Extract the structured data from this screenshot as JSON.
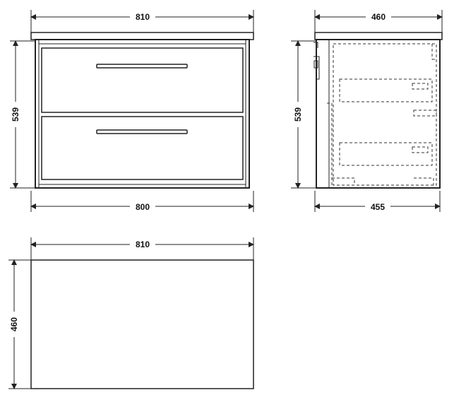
{
  "front_view": {
    "width_top": "810",
    "height": "539",
    "width_bottom": "800"
  },
  "side_view": {
    "depth_top": "460",
    "height": "539",
    "depth_bottom": "455"
  },
  "top_view": {
    "width": "810",
    "depth": "460"
  }
}
